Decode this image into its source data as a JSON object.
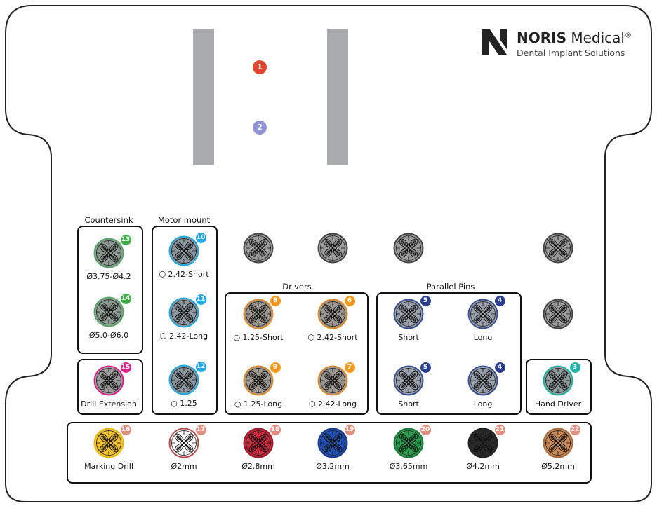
{
  "brand": {
    "name_bold": "NORIS",
    "name_rest": " Medical",
    "reg": "®",
    "tagline": "Dental Implant Solutions"
  },
  "top_markers": [
    {
      "num": "1",
      "color": "#e2472f"
    },
    {
      "num": "2",
      "color": "#8f92d4"
    }
  ],
  "groups": {
    "countersink": {
      "title": "Countersink"
    },
    "motor_mount": {
      "title": "Motor mount"
    },
    "drivers": {
      "title": "Drivers"
    },
    "parallel_pins": {
      "title": "Parallel Pins"
    }
  },
  "slots": [
    {
      "id": "countersink-1",
      "num": "13",
      "badge": "#3fae49",
      "ring": "#5aa56a",
      "fill": "#8c9a92",
      "label": "Ø3.75-Ø4.2"
    },
    {
      "id": "countersink-2",
      "num": "14",
      "badge": "#3fae49",
      "ring": "#5aa56a",
      "fill": "#8c9a92",
      "label": "Ø5.0-Ø6.0"
    },
    {
      "id": "drill-extension",
      "num": "15",
      "badge": "#e0218a",
      "ring": "#e0218a",
      "fill": "#9a9a9a",
      "label": "Drill Extension"
    },
    {
      "id": "motor-mount-1",
      "num": "10",
      "badge": "#1ea7e1",
      "ring": "#1ea7e1",
      "fill": "#8d97a0",
      "label": "⬡ 2.42-Short"
    },
    {
      "id": "motor-mount-2",
      "num": "11",
      "badge": "#1ea7e1",
      "ring": "#1ea7e1",
      "fill": "#8d97a0",
      "label": "⬡ 2.42-Long"
    },
    {
      "id": "motor-mount-3",
      "num": "12",
      "badge": "#1ea7e1",
      "ring": "#1ea7e1",
      "fill": "#8d97a0",
      "label": "○ 1.25"
    },
    {
      "id": "driver-1",
      "num": "8",
      "badge": "#f39a1e",
      "ring": "#e08a2a",
      "fill": "#9b9590",
      "label": "○ 1.25-Short"
    },
    {
      "id": "driver-2",
      "num": "6",
      "badge": "#f39a1e",
      "ring": "#e08a2a",
      "fill": "#9b9590",
      "label": "⬡ 2.42-Short"
    },
    {
      "id": "driver-3",
      "num": "9",
      "badge": "#f39a1e",
      "ring": "#e08a2a",
      "fill": "#9b9590",
      "label": "○ 1.25-Long"
    },
    {
      "id": "driver-4",
      "num": "7",
      "badge": "#f39a1e",
      "ring": "#e08a2a",
      "fill": "#9b9590",
      "label": "⬡ 2.42-Long"
    },
    {
      "id": "parallel-pin-1",
      "num": "5",
      "badge": "#2a3f8f",
      "ring": "#3a4f8f",
      "fill": "#9aa0ac",
      "label": "Short"
    },
    {
      "id": "parallel-pin-2",
      "num": "4",
      "badge": "#2a3f8f",
      "ring": "#3a4f8f",
      "fill": "#9aa0ac",
      "label": "Long"
    },
    {
      "id": "parallel-pin-3",
      "num": "5",
      "badge": "#2a3f8f",
      "ring": "#3a4f8f",
      "fill": "#9aa0ac",
      "label": "Short"
    },
    {
      "id": "parallel-pin-4",
      "num": "4",
      "badge": "#2a3f8f",
      "ring": "#3a4f8f",
      "fill": "#9aa0ac",
      "label": "Long"
    },
    {
      "id": "hand-driver",
      "num": "3",
      "badge": "#1fb3a8",
      "ring": "#1fb3a8",
      "fill": "#8e9a98",
      "label": "Hand Driver"
    },
    {
      "id": "marking-drill",
      "num": "16",
      "badge": "#e08f7e",
      "ring": "#e8b91a",
      "fill": "#f2c230",
      "label": "Marking Drill"
    },
    {
      "id": "drill-2mm",
      "num": "17",
      "badge": "#e08f7e",
      "ring": "#b84a4a",
      "fill": "#ffffff",
      "label": "Ø2mm"
    },
    {
      "id": "drill-2-8mm",
      "num": "18",
      "badge": "#e08f7e",
      "ring": "#9c2030",
      "fill": "#c9283e",
      "label": "Ø2.8mm"
    },
    {
      "id": "drill-3-2mm",
      "num": "19",
      "badge": "#e08f7e",
      "ring": "#1d3a8f",
      "fill": "#2150b5",
      "label": "Ø3.2mm"
    },
    {
      "id": "drill-3-65mm",
      "num": "20",
      "badge": "#e08f7e",
      "ring": "#1b7a3a",
      "fill": "#2e9a4e",
      "label": "Ø3.65mm"
    },
    {
      "id": "drill-4-2mm",
      "num": "21",
      "badge": "#e08f7e",
      "ring": "#222222",
      "fill": "#2a2a2a",
      "label": "Ø4.2mm"
    },
    {
      "id": "drill-5-2mm",
      "num": "22",
      "badge": "#e08f7e",
      "ring": "#a86a3e",
      "fill": "#c98a5a",
      "label": "Ø5.2mm"
    },
    {
      "id": "empty-slot-1",
      "num": "",
      "badge": "",
      "ring": "#444444",
      "fill": "#9a9a9a",
      "label": ""
    },
    {
      "id": "empty-slot-2",
      "num": "",
      "badge": "",
      "ring": "#444444",
      "fill": "#9a9a9a",
      "label": ""
    },
    {
      "id": "empty-slot-3",
      "num": "",
      "badge": "",
      "ring": "#444444",
      "fill": "#9a9a9a",
      "label": ""
    },
    {
      "id": "empty-slot-4",
      "num": "",
      "badge": "",
      "ring": "#444444",
      "fill": "#9a9a9a",
      "label": ""
    },
    {
      "id": "empty-slot-5",
      "num": "",
      "badge": "",
      "ring": "#444444",
      "fill": "#9a9a9a",
      "label": ""
    }
  ]
}
